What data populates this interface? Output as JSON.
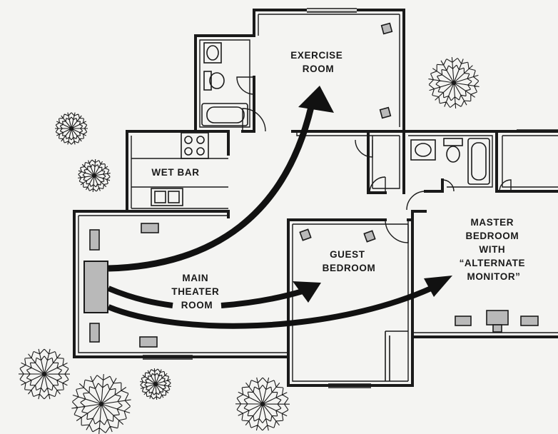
{
  "rooms": {
    "exercise_room": [
      "EXERCISE",
      "ROOM"
    ],
    "wet_bar": [
      "WET BAR"
    ],
    "main_theater_room": [
      "MAIN",
      "THEATER",
      "ROOM"
    ],
    "guest_bedroom": [
      "GUEST",
      "BEDROOM"
    ],
    "master_bedroom": [
      "MASTER",
      "BEDROOM",
      "WITH",
      "“ALTERNATE",
      "MONITOR”"
    ]
  },
  "colors": {
    "wall": "#1a1a1a",
    "background": "#f4f4f2",
    "speaker": "#b9b9b9",
    "arrow": "#111111"
  },
  "icons": [
    "tree-icon",
    "toilet-icon",
    "sink-icon",
    "bathtub-icon",
    "stove-icon",
    "speaker-icon",
    "monitor-icon",
    "screen-icon",
    "arrow-icon"
  ]
}
